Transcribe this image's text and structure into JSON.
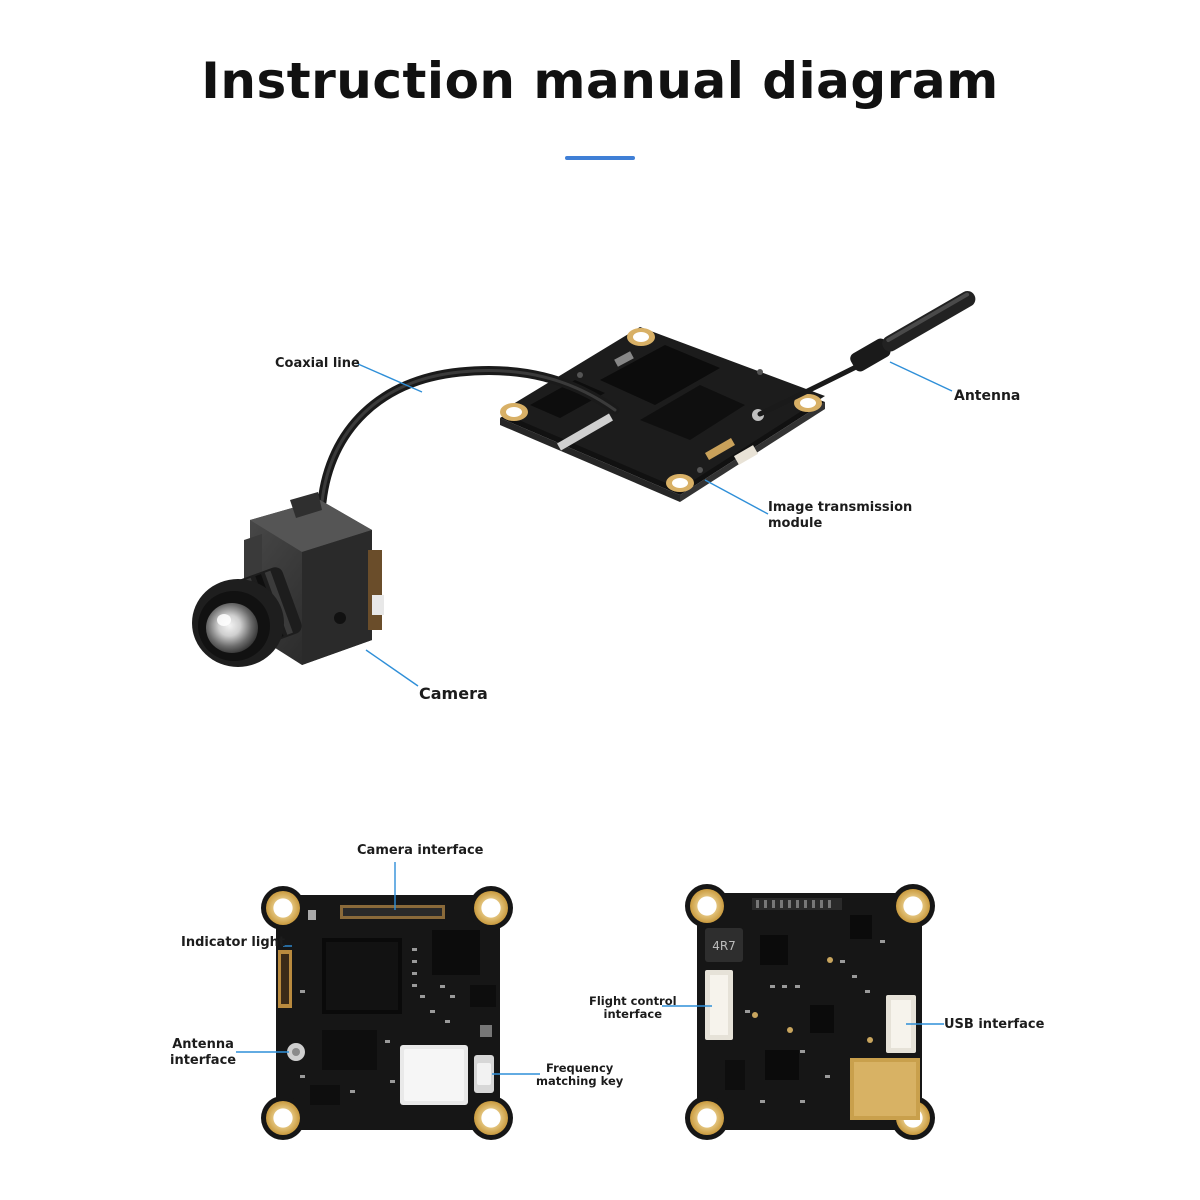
{
  "title": "Instruction manual diagram",
  "colors": {
    "accent": "#3f7fd6",
    "callout": "#2f8fd8",
    "pcb": "#181818",
    "gold": "#d6b15c"
  },
  "labels": {
    "coaxial_line": "Coaxial line",
    "antenna": "Antenna",
    "image_transmission_line1": "Image transmission",
    "image_transmission_line2": "module",
    "camera": "Camera",
    "camera_interface": "Camera interface",
    "indicator_light": "Indicator light",
    "antenna_interface_line1": "Antenna",
    "antenna_interface_line2": "interface",
    "frequency_key_line1": "Frequency",
    "frequency_key_line2": "matching key",
    "flight_control_line1": "Flight control",
    "flight_control_line2": "interface",
    "usb_interface": "USB interface"
  },
  "chip_markings": {
    "inductor": "4R7"
  }
}
